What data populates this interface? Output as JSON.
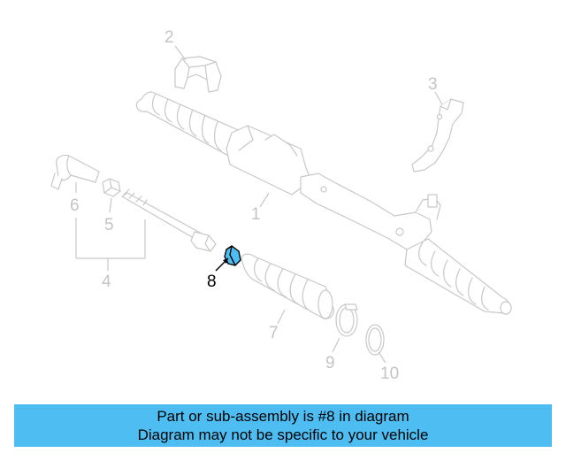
{
  "callouts": {
    "c1": "1",
    "c2": "2",
    "c3": "3",
    "c4": "4",
    "c5": "5",
    "c6": "6",
    "c7": "7",
    "c8": "8",
    "c9": "9",
    "c10": "10"
  },
  "highlight": {
    "part_number": "8",
    "color": "#4dbdf2"
  },
  "banner": {
    "line1": "Part or sub-assembly is #8 in diagram",
    "line2": "Diagram may not be specific to your vehicle",
    "background": "#4dbdf2"
  }
}
